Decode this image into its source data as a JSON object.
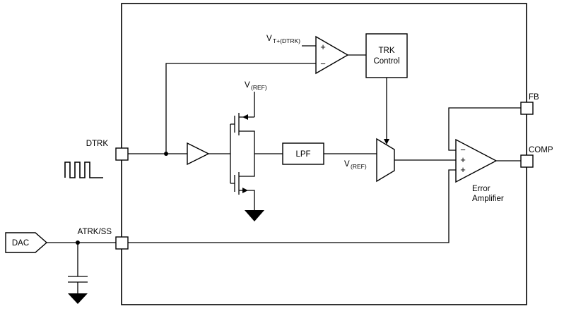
{
  "diagram": {
    "pins": {
      "dtrk": "DTRK",
      "atrk_ss": "ATRK/SS",
      "fb": "FB",
      "comp": "COMP"
    },
    "blocks": {
      "trk_line1": "TRK",
      "trk_line2": "Control",
      "lpf": "LPF",
      "dac": "DAC",
      "error_amp_line1": "Error",
      "error_amp_line2": "Amplifier"
    },
    "signals": {
      "vt_base": "V",
      "vt_sub": "T+(DTRK)",
      "vref_top_base": "V",
      "vref_top_sub": "(REF)",
      "vref_mid_base": "V",
      "vref_mid_sub": "(REF)"
    },
    "symbols": {
      "comparator_plus": "+",
      "comparator_minus": "−",
      "amp_minus": "−",
      "amp_plus_top": "+",
      "amp_plus_bottom": "+"
    }
  }
}
